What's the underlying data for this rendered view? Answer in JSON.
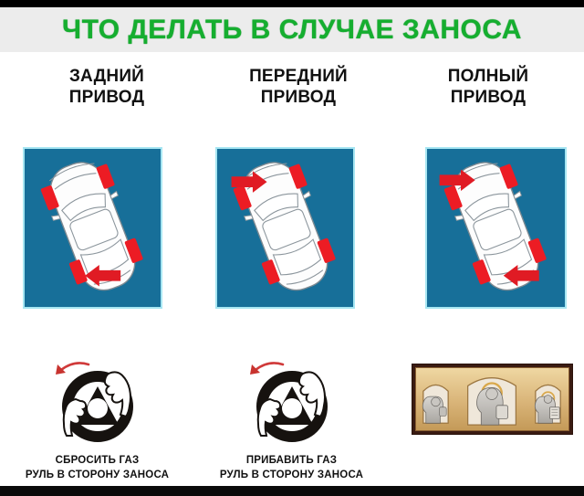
{
  "meme": {
    "title": "ЧТО ДЕЛАТЬ В СЛУЧАЕ ЗАНОСА",
    "title_color": "#15ae2f",
    "title_band_color": "#ececec",
    "background_color": "#ffffff",
    "bar_color": "#000000",
    "panel_blue": "#176f99",
    "panel_border": "#a6e6f2",
    "arrow_red": "#e01b24",
    "wheel_black": "#111111"
  },
  "columns": [
    {
      "id": "rear-wheel-drive",
      "header_line1": "ЗАДНИЙ",
      "header_line2": "ПРИВОД",
      "diagram": {
        "car_color": "#ffffff",
        "wheel_marks": 4,
        "arrows": [
          {
            "name": "rear-left-arrow",
            "direction": "left",
            "position": "bottom"
          }
        ]
      },
      "advice": {
        "icon": "steering-wheel-icon",
        "rotation": "counter-clockwise",
        "line1": "СБРОСИТЬ ГАЗ",
        "line2": "РУЛЬ В СТОРОНУ ЗАНОСА"
      }
    },
    {
      "id": "front-wheel-drive",
      "header_line1": "ПЕРЕДНИЙ",
      "header_line2": "ПРИВОД",
      "diagram": {
        "car_color": "#ffffff",
        "wheel_marks": 4,
        "arrows": [
          {
            "name": "front-left-arrow",
            "direction": "right",
            "position": "top"
          }
        ]
      },
      "advice": {
        "icon": "steering-wheel-icon",
        "rotation": "counter-clockwise",
        "line1": "ПРИБАВИТЬ ГАЗ",
        "line2": "РУЛЬ В СТОРОНУ ЗАНОСА"
      }
    },
    {
      "id": "all-wheel-drive",
      "header_line1": "ПОЛНЫЙ",
      "header_line2": "ПРИВОД",
      "diagram": {
        "car_color": "#ffffff",
        "wheel_marks": 4,
        "arrows": [
          {
            "name": "front-left-arrow",
            "direction": "right",
            "position": "top"
          },
          {
            "name": "rear-left-arrow",
            "direction": "left",
            "position": "bottom"
          }
        ]
      },
      "advice": {
        "icon": "orthodox-triptych-icon",
        "rotation": "",
        "line1": "",
        "line2": ""
      }
    }
  ]
}
